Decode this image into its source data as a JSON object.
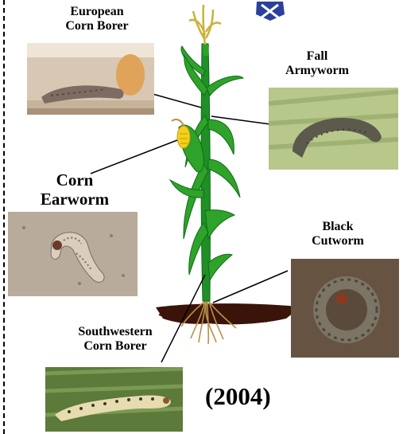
{
  "labels": {
    "european_corn_borer": "European\nCorn Borer",
    "fall_armyworm": "Fall\nArmyworm",
    "corn_earworm": "Corn\nEarworm",
    "black_cutworm": "Black\nCutworm",
    "southwestern_corn_borer": "Southwestern\nCorn Borer"
  },
  "year": "(2004)",
  "colors": {
    "plant_green": "#2fa22a",
    "plant_dark": "#0d6e19",
    "soil": "#3a1408",
    "root": "#b9924a",
    "ear": "#f2d21a",
    "logo_blue": "#2b3f9c"
  },
  "icons": {
    "logo": "shield-logo-icon"
  }
}
